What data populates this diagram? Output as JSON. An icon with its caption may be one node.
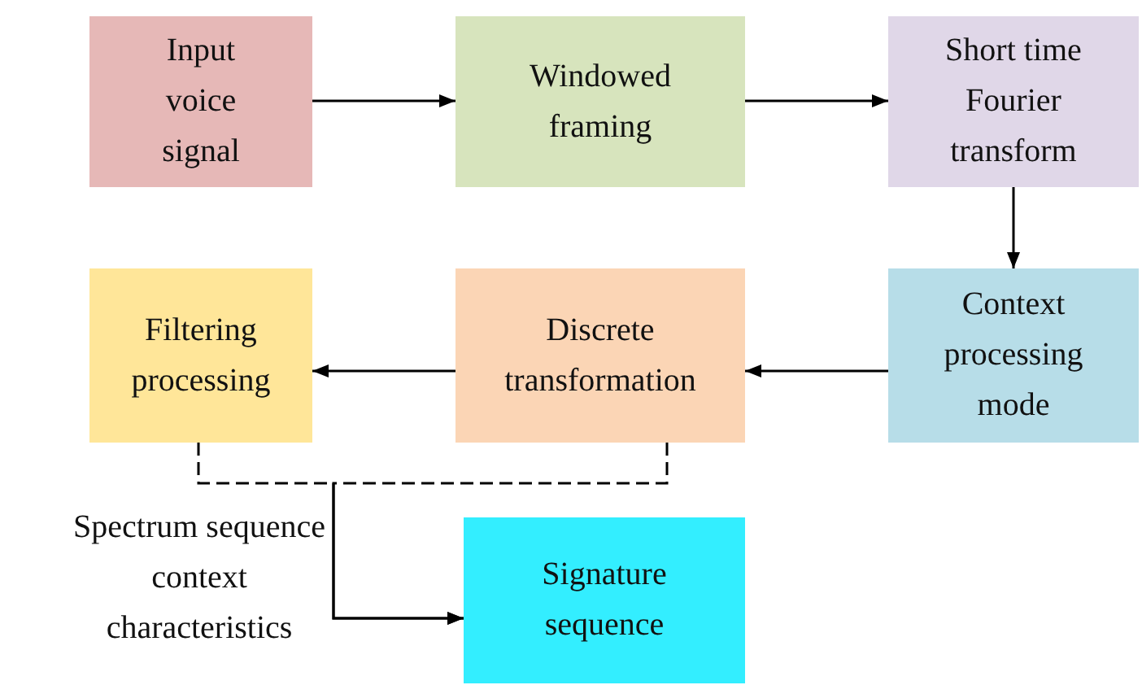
{
  "diagram": {
    "nodes": [
      {
        "text": [
          "Input voice signal"
        ]
      },
      {
        "text": [
          "Windowed framing"
        ]
      },
      {
        "text": [
          "Short time Fourier transform"
        ]
      },
      {
        "text": [
          "Context processing mode"
        ]
      },
      {
        "text": [
          "Discrete transformation"
        ]
      },
      {
        "text": [
          "Filtering processing"
        ]
      },
      {
        "text": [
          "Signature sequence"
        ]
      }
    ],
    "edges": [
      {
        "from": 0,
        "to": 1,
        "arrow": "to"
      },
      {
        "from": 1,
        "to": 2,
        "arrow": "to"
      },
      {
        "from": 2,
        "to": 3,
        "arrow": "to"
      },
      {
        "from": 3,
        "to": 4,
        "arrow": "to"
      },
      {
        "from": 4,
        "to": 5,
        "arrow": "to"
      },
      {
        "from": 5,
        "to": 6,
        "arrow": "to",
        "style": "dashed"
      },
      {
        "from": 4,
        "to": 6,
        "arrow": "to",
        "style": "dashed"
      }
    ],
    "labels": [
      "Spectrum sequence context characteristics"
    ]
  }
}
